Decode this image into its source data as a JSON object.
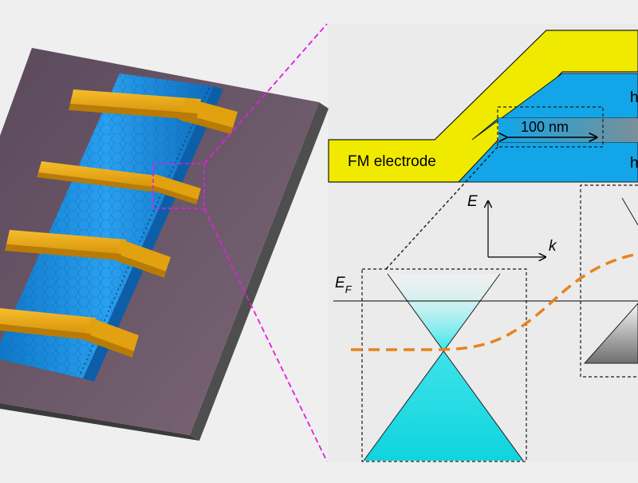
{
  "labels": {
    "electrode": "FM electrode",
    "scale": "100 nm",
    "energy_axis": "E",
    "momentum_axis": "k",
    "fermi_main": "E",
    "fermi_sub": "F",
    "right_top_partial": "h",
    "right_bottom_partial": "h"
  },
  "colors": {
    "background": "#efefef",
    "substrate_top": "#6a5468",
    "substrate_side": "#4a4a4a",
    "channel_blue": "#1e8fe6",
    "gold_contact": "#e9a714",
    "electrode_yellow": "#f0ea00",
    "layer_blue": "#12a6e8",
    "cone_cyan": "#15e3e8",
    "guide_magenta": "#e020e0",
    "curve_orange": "#e8821e"
  }
}
